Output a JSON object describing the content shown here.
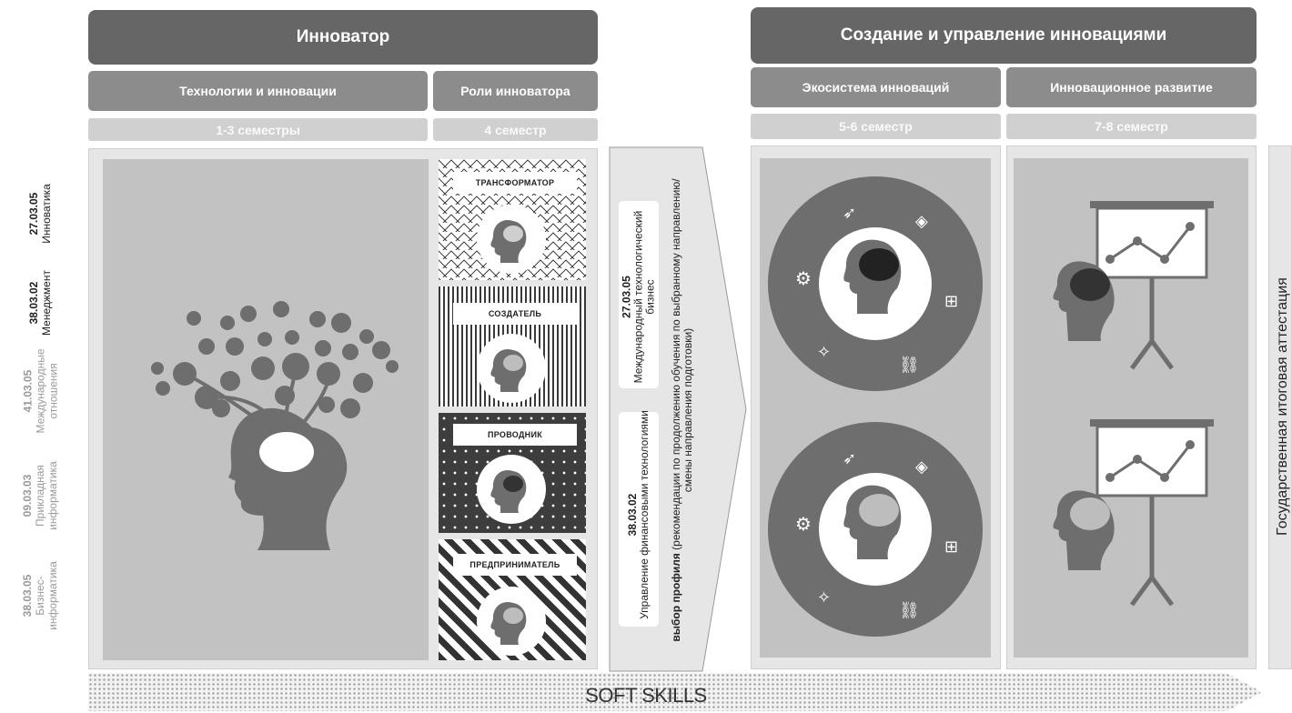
{
  "header": {
    "innovator": "Инноватор",
    "creation": "Создание и управление инновациями"
  },
  "subheaders": {
    "tech": "Технологии и инновации",
    "roles": "Роли инноватора",
    "ecosystem": "Экосистема инноваций",
    "development": "Инновационное развитие"
  },
  "semesters": {
    "s1": "1-3 семестры",
    "s2": "4 семестр",
    "s3": "5-6 семестр",
    "s4": "7-8 семестр"
  },
  "programs": [
    {
      "code": "27.03.05",
      "name": "Инноватика"
    },
    {
      "code": "38.03.02",
      "name": "Менеджмент"
    },
    {
      "code": "41.03.05",
      "name": "Международные отношения"
    },
    {
      "code": "09.03.03",
      "name": "Прикладная информатика"
    },
    {
      "code": "38.03.05",
      "name": "Бизнес-информатика"
    }
  ],
  "roles": [
    {
      "label": "ТРАНСФОРМАТОР"
    },
    {
      "label": "СОЗДАТЕЛЬ"
    },
    {
      "label": "ПРОВОДНИК"
    },
    {
      "label": "ПРЕДПРИНИМАТЕЛЬ"
    }
  ],
  "middle": {
    "profile1_code": "27.03.05",
    "profile1_name": "Международный технологический бизнес",
    "profile2_code": "38.03.02",
    "profile2_name": "Управление финансовыми технологиями",
    "choice_bold": "выбор профиля",
    "choice_text": "(рекомендации по продолжению обучения по выбранному направлению/смены направления подготовки)"
  },
  "right_label": "Государственная итоговая аттестация",
  "soft_skills": "SOFT SKILLS",
  "colors": {
    "dark_header": "#666666",
    "mid_header": "#8c8c8c",
    "light_header": "#d0d0d0",
    "panel": "#e6e6e6",
    "inner": "#c2c2c2"
  }
}
